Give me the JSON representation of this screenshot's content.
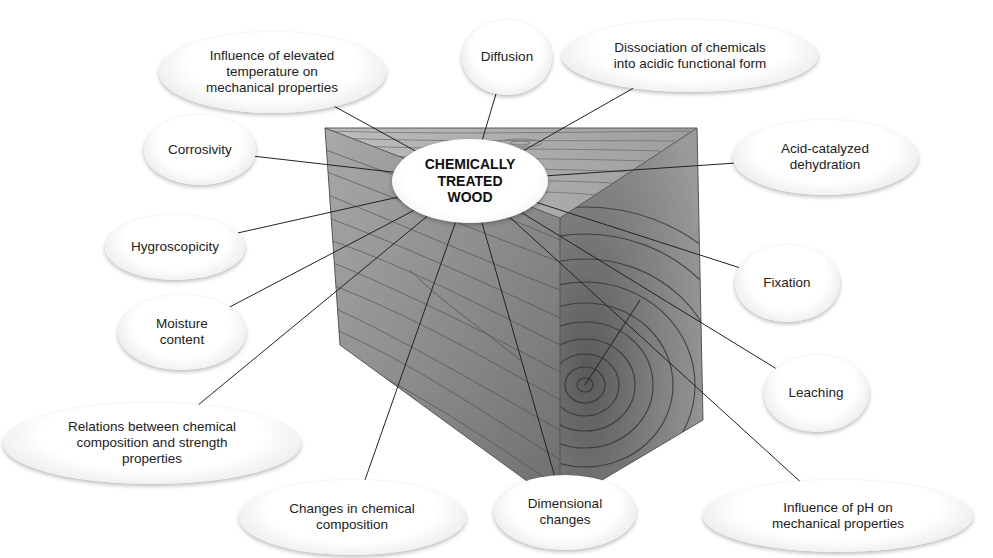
{
  "diagram": {
    "nodes": [
      {
        "text": [
          "Influence of elevated temperature on mechanical properties"
        ]
      },
      {
        "text": [
          "Diffusion"
        ]
      },
      {
        "text": [
          "Dissociation of chemicals into acidic functional form"
        ]
      },
      {
        "text": [
          "Corrosivity"
        ]
      },
      {
        "text": [
          "Acid-catalyzed dehydration"
        ]
      },
      {
        "text": [
          "Hygroscopicity"
        ]
      },
      {
        "text": [
          "CHEMICALLY TREATED WOOD"
        ]
      },
      {
        "text": [
          "Fixation"
        ]
      },
      {
        "text": [
          "Moisture content"
        ]
      },
      {
        "text": [
          "Leaching"
        ]
      },
      {
        "text": [
          "Relations between chemical composition and strength properties"
        ]
      },
      {
        "text": [
          "Changes in chemical composition"
        ]
      },
      {
        "text": [
          "Dimensional changes"
        ]
      },
      {
        "text": [
          "Influence of pH on mechanical properties"
        ]
      }
    ],
    "edges": [
      {
        "from": 0,
        "to": 6,
        "arrow": "none"
      },
      {
        "from": 1,
        "to": 6,
        "arrow": "none"
      },
      {
        "from": 2,
        "to": 6,
        "arrow": "none"
      },
      {
        "from": 3,
        "to": 6,
        "arrow": "none"
      },
      {
        "from": 4,
        "to": 6,
        "arrow": "none"
      },
      {
        "from": 5,
        "to": 6,
        "arrow": "none"
      },
      {
        "from": 7,
        "to": 6,
        "arrow": "none"
      },
      {
        "from": 8,
        "to": 6,
        "arrow": "none"
      },
      {
        "from": 9,
        "to": 6,
        "arrow": "none"
      },
      {
        "from": 10,
        "to": 6,
        "arrow": "none"
      },
      {
        "from": 11,
        "to": 6,
        "arrow": "none"
      },
      {
        "from": 12,
        "to": 6,
        "arrow": "none"
      },
      {
        "from": 13,
        "to": 6,
        "arrow": "none"
      }
    ]
  }
}
